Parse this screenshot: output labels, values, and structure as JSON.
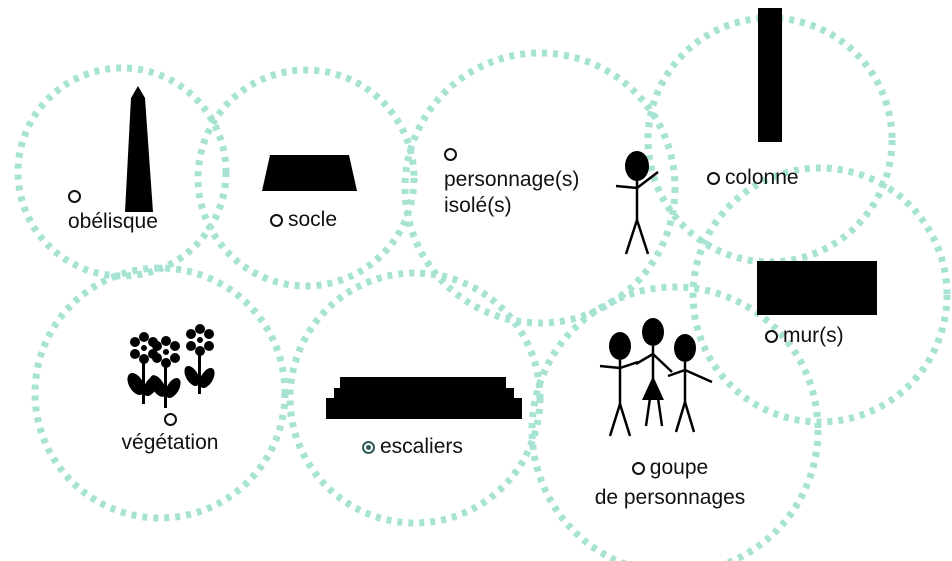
{
  "colors": {
    "bubble_stroke": "#a6e3d2",
    "ink": "#000000",
    "selected": "#2e5b5b"
  },
  "options": {
    "obelisque": {
      "label": "obélisque",
      "icon": "obelisk-icon",
      "selected": false
    },
    "socle": {
      "label": "socle",
      "icon": "plinth-icon",
      "selected": false
    },
    "personnage_isole": {
      "label_line1": "personnage(s)",
      "label_line2": "isolé(s)",
      "icon": "stick-figure-icon",
      "selected": false
    },
    "colonne": {
      "label": "colonne",
      "icon": "column-icon",
      "selected": false
    },
    "mur": {
      "label": "mur(s)",
      "icon": "wall-icon",
      "selected": false
    },
    "vegetation": {
      "label": "végétation",
      "icon": "flowers-icon",
      "selected": false
    },
    "escaliers": {
      "label": "escaliers",
      "icon": "stairs-icon",
      "selected": true
    },
    "groupe": {
      "label_line1": "goupe",
      "label_line2": "de personnages",
      "icon": "group-of-people-icon",
      "selected": false
    }
  }
}
